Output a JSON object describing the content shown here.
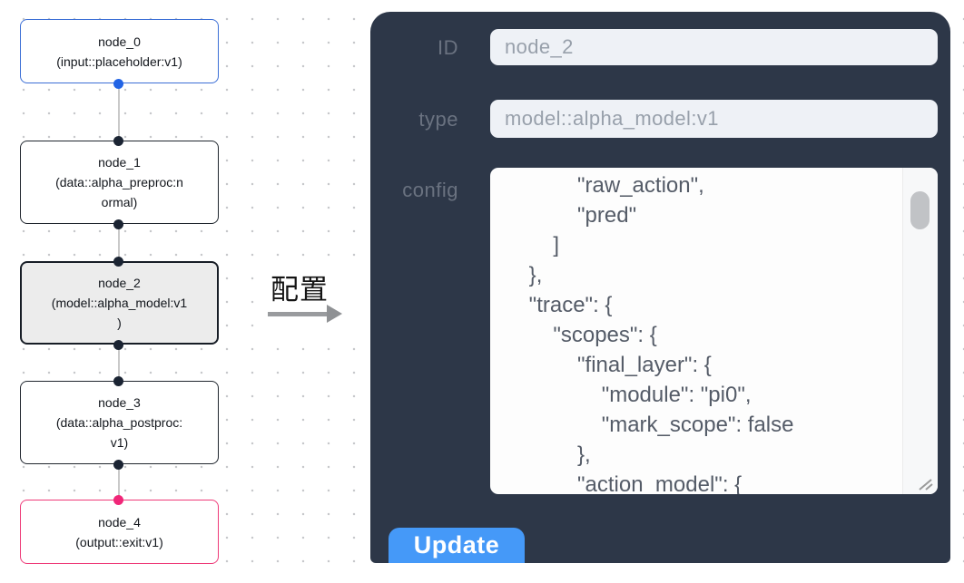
{
  "graph": {
    "nodes": [
      {
        "id": "node_0",
        "label": "node_0\n(input::placeholder:v1)",
        "selected": false
      },
      {
        "id": "node_1",
        "label": "node_1\n(data::alpha_preproc:n\normal)",
        "selected": false
      },
      {
        "id": "node_2",
        "label": "node_2\n(model::alpha_model:v1\n)",
        "selected": true
      },
      {
        "id": "node_3",
        "label": "node_3\n(data::alpha_postproc:\nv1)",
        "selected": false
      },
      {
        "id": "node_4",
        "label": "node_4\n(output::exit:v1)",
        "selected": false
      }
    ]
  },
  "annotation": {
    "label": "配置"
  },
  "panel": {
    "id_label": "ID",
    "id_value": "node_2",
    "type_label": "type",
    "type_value": "model::alpha_model:v1",
    "config_label": "config",
    "config_text": "            \"raw_action\",\n            \"pred\"\n        ]\n    },\n    \"trace\": {\n        \"scopes\": {\n            \"final_layer\": {\n                \"module\": \"pi0\",\n                \"mark_scope\": false\n            },\n            \"action_model\": {",
    "update_label": "Update"
  },
  "colors": {
    "panel_bg": "#2d3748",
    "input_bg": "#eef1f6",
    "update_button": "#4599f8",
    "input_node_accent": "#3c6fd6",
    "output_node_accent": "#ee3a78",
    "default_node_border": "#20262e",
    "selected_node_bg": "#ececec",
    "edge_line": "#c9c9c9",
    "handle_default": "#1b2433",
    "handle_input": "#2264e5",
    "handle_output": "#f02678"
  }
}
